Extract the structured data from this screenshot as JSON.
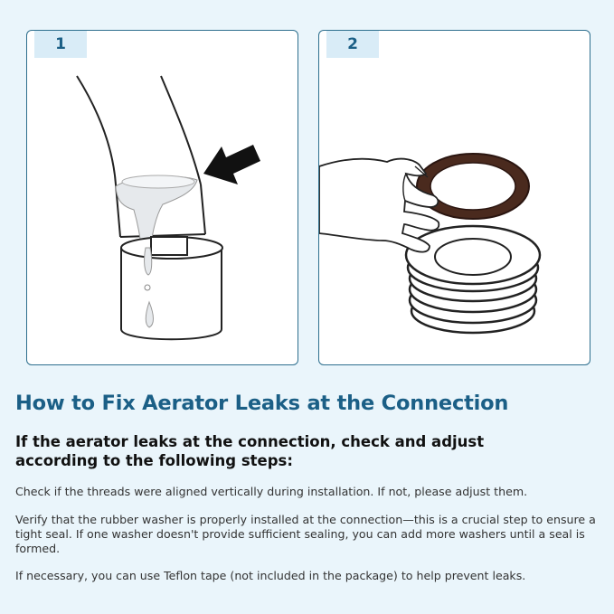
{
  "steps": [
    {
      "number": "1",
      "illustration": "faucet-aerator-leak"
    },
    {
      "number": "2",
      "illustration": "rubber-washer-install"
    }
  ],
  "heading": "How to Fix Aerator Leaks at the Connection",
  "subheading": "If the aerator leaks at the connection, check and adjust according to the following steps:",
  "paragraphs": [
    "Check if the threads were aligned vertically during installation. If not, please adjust them.",
    "Verify that the rubber washer is properly installed at the connection—this is a crucial step to ensure a tight seal. If one washer doesn't provide sufficient sealing, you can add more washers until a seal is formed.",
    "If necessary, you can use Teflon tape (not included in the package) to help prevent leaks."
  ],
  "colors": {
    "background": "#eaf5fb",
    "accent": "#1b5f86",
    "badge": "#d9ecf7",
    "border": "#2e6f8e"
  }
}
